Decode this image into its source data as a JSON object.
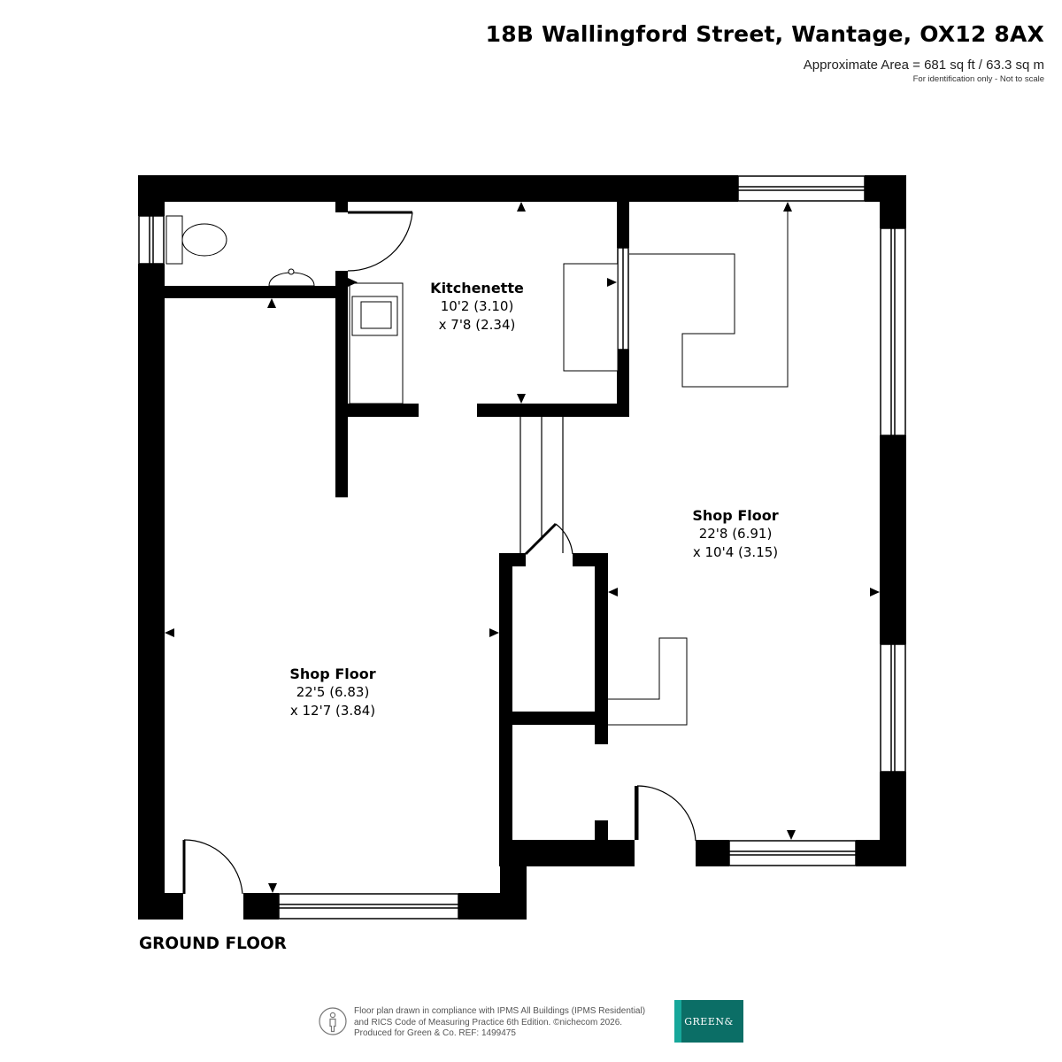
{
  "header": {
    "title": "18B Wallingford Street, Wantage, OX12 8AX",
    "area": "Approximate Area = 681 sq ft / 63.3 sq m",
    "note": "For identification only - Not to scale"
  },
  "rooms": [
    {
      "name": "Kitchenette",
      "dim1": "10'2 (3.10)",
      "dim2": "x 7'8 (2.34)"
    },
    {
      "name": "Shop Floor",
      "dim1": "22'8 (6.91)",
      "dim2": "x 10'4 (3.15)"
    },
    {
      "name": "Shop Floor",
      "dim1": "22'5 (6.83)",
      "dim2": "x 12'7 (3.84)"
    }
  ],
  "floor_label": "GROUND FLOOR",
  "footer": {
    "line1": "Floor plan drawn in compliance with IPMS All Buildings (IPMS Residential)",
    "line2": "and RICS Code of Measuring Practice 6th Edition.  ©nichecom 2026.",
    "line3": "Produced for Green & Co.   REF:   1499475",
    "icon": "person-icon"
  },
  "logo": {
    "text": "GREEN&"
  },
  "colors": {
    "wall": "#000000",
    "logo": "#0b6e66",
    "logo_accent": "#16a79a"
  }
}
